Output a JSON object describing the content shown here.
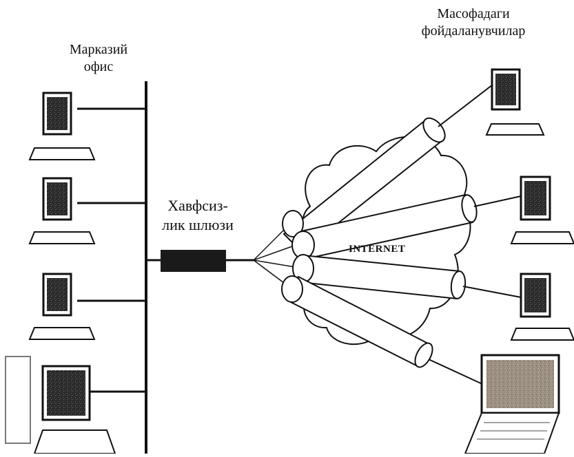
{
  "labels": {
    "central_office": [
      "Марказий",
      "офис"
    ],
    "remote_users": [
      "Масофадаги",
      "фойдаланувчилар"
    ],
    "security_gateway": [
      "Хавфсиз-",
      "лик шлюзи"
    ],
    "internet": "INTERNET"
  },
  "colors": {
    "line": "#111111",
    "screen": "#2a2a2a",
    "gateway": "#1a1a1a",
    "laptop_screen": "#8c8172"
  }
}
